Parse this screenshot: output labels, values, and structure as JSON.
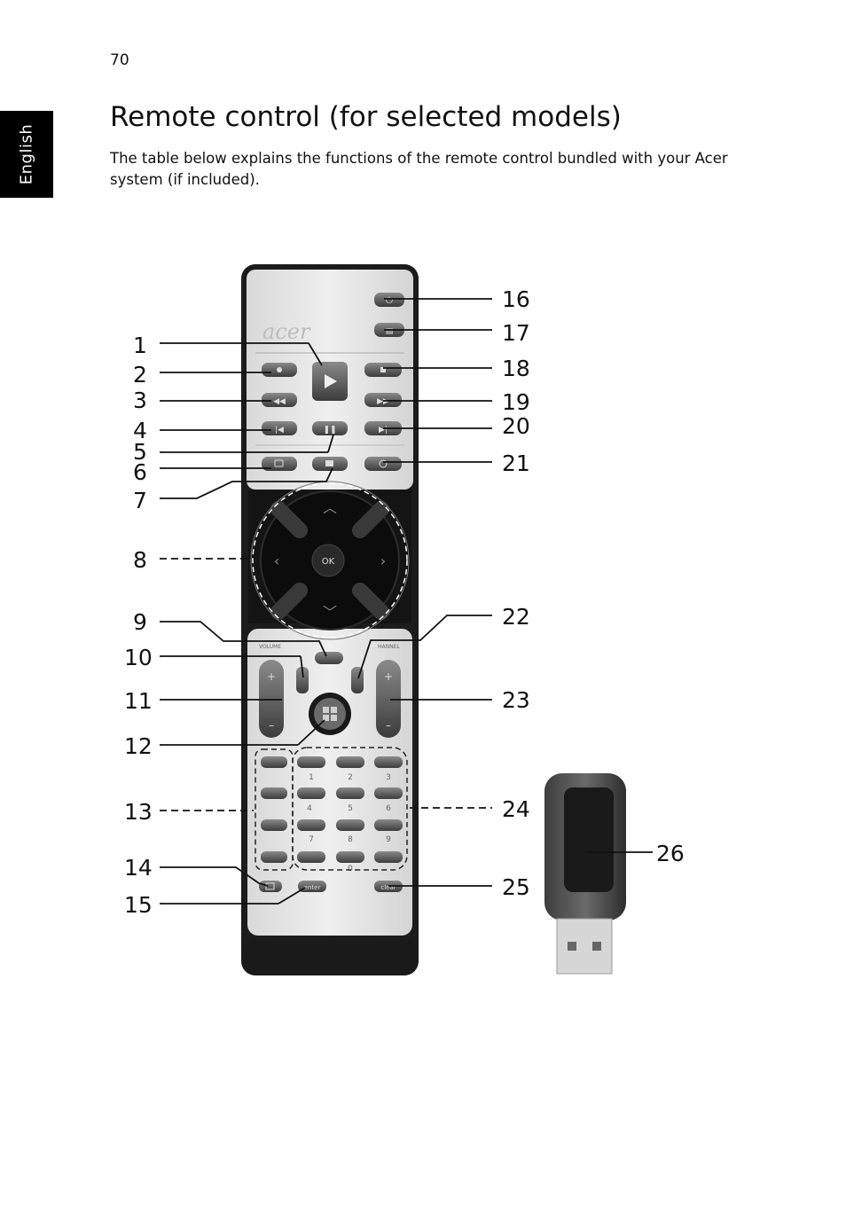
{
  "page": {
    "number": "70",
    "side_tab": "English",
    "title": "Remote control (for selected models)",
    "intro": "The table below explains the functions of the remote control bundled with your Acer system (if included)."
  },
  "figure": {
    "remote": {
      "brand": "acer",
      "ok_label": "OK",
      "volume_label": "VOLUME",
      "channel_label": "HANNEL",
      "keypad_digits": [
        "1",
        "2",
        "3",
        "4",
        "5",
        "6",
        "7",
        "8",
        "9",
        "0"
      ],
      "enter_label": "enter",
      "clear_label": "clear"
    },
    "callouts_left": [
      "1",
      "2",
      "3",
      "4",
      "5",
      "6",
      "7",
      "8",
      "9",
      "10",
      "11",
      "12",
      "13",
      "14",
      "15"
    ],
    "callouts_right": [
      "16",
      "17",
      "18",
      "19",
      "20",
      "21",
      "22",
      "23",
      "24",
      "25"
    ],
    "callout_dongle": "26"
  }
}
